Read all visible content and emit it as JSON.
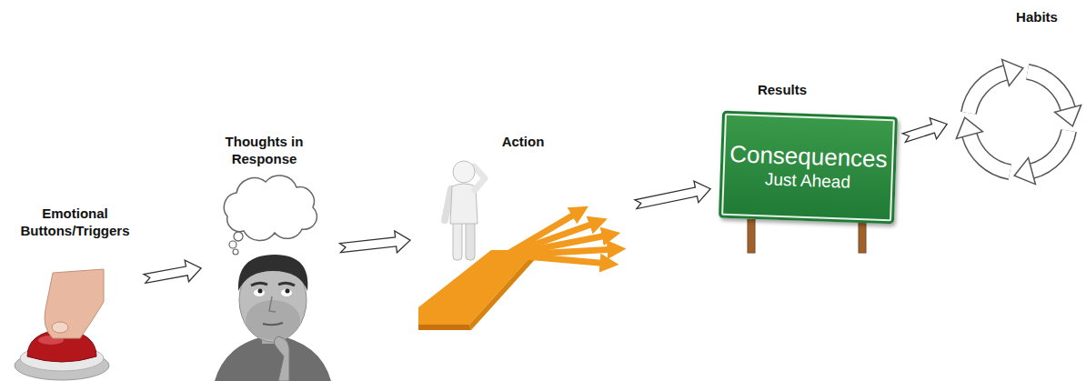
{
  "diagram": {
    "nodes": [
      {
        "text": [
          "Emotional Buttons/Triggers"
        ]
      },
      {
        "text": [
          "Thoughts in Response"
        ]
      },
      {
        "text": [
          "Action"
        ]
      },
      {
        "text": [
          "Results"
        ]
      },
      {
        "text": [
          "Consequences",
          "Just Ahead"
        ],
        "in": 3
      },
      {
        "text": [
          "Habits"
        ]
      }
    ],
    "edges": [
      {
        "from": 0,
        "to": 1,
        "arrow": "to"
      },
      {
        "from": 1,
        "to": 2,
        "arrow": "to"
      },
      {
        "from": 2,
        "to": 3,
        "arrow": "to"
      },
      {
        "from": 3,
        "to": 5,
        "arrow": "to"
      }
    ]
  }
}
